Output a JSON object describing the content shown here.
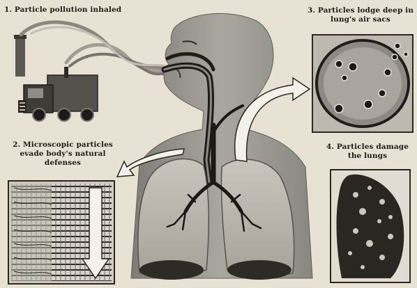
{
  "captions": {
    "step1": "1. Particle pollution inhaled",
    "step2": "2. Microscopic particles evade body's natural defenses",
    "step3": "3. Particles lodge deep in lung's air sacs",
    "step4": "4. Particles damage the lungs"
  },
  "colors": {
    "background": "#e8e2d4",
    "ink": "#1e1a16",
    "skin": "#9a9690",
    "lung": "#b9b5ad",
    "arrow_fill": "#f4f1ea"
  },
  "icons": {
    "truck": "truck-icon",
    "arrows": [
      "curved-arrow-to-cilia",
      "curved-arrow-to-air-sac"
    ]
  }
}
